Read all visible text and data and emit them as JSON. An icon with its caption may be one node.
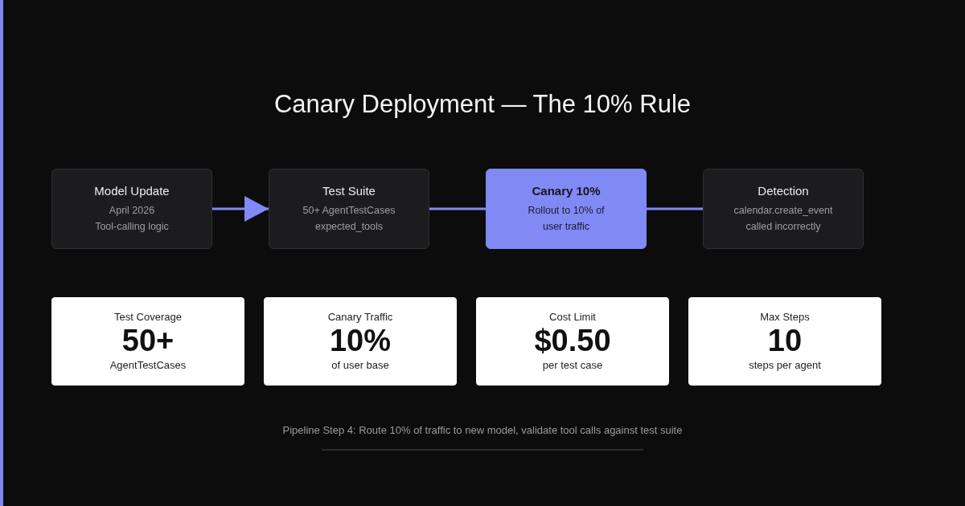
{
  "diagram": {
    "title": "Canary Deployment — The 10% Rule",
    "nodes": [
      {
        "text": [
          "Model Update",
          "April 2026",
          "Tool-calling logic"
        ]
      },
      {
        "text": [
          "Test Suite",
          "50+ AgentTestCases",
          "expected_tools"
        ]
      },
      {
        "text": [
          "Canary 10%",
          "Rollout to 10% of user traffic"
        ]
      },
      {
        "text": [
          "Detection",
          "calendar.create_event called incorrectly"
        ]
      },
      {
        "text": [
          "Test Coverage",
          "50+",
          "AgentTestCases"
        ]
      },
      {
        "text": [
          "Canary Traffic",
          "10%",
          "of user base"
        ]
      },
      {
        "text": [
          "Cost Limit",
          "$0.50",
          "per test case"
        ]
      },
      {
        "text": [
          "Max Steps",
          "10",
          "steps per agent"
        ]
      }
    ],
    "edges": [
      {
        "from": 0,
        "to": 1,
        "arrow": "to"
      },
      {
        "from": 1,
        "to": 2,
        "arrow": "none"
      },
      {
        "from": 2,
        "to": 3,
        "arrow": "none"
      }
    ],
    "caption": "Pipeline Step 4: Route 10% of traffic to new model, validate tool calls against test suite"
  }
}
